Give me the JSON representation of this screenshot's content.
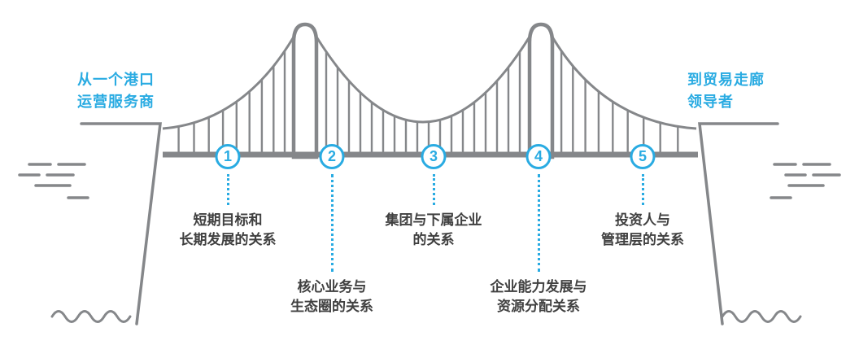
{
  "diagram": {
    "left_title": {
      "line1": "从一个港口",
      "line2": "运营服务商"
    },
    "right_title": {
      "line1": "到贸易走廊",
      "line2": "领导者"
    },
    "milestones": [
      {
        "number": "1",
        "label_line1": "短期目标和",
        "label_line2": "长期发展的关系"
      },
      {
        "number": "2",
        "label_line1": "核心业务与",
        "label_line2": "生态圈的关系"
      },
      {
        "number": "3",
        "label_line1": "集团与下属企业",
        "label_line2": "的关系"
      },
      {
        "number": "4",
        "label_line1": "企业能力发展与",
        "label_line2": "资源分配关系"
      },
      {
        "number": "5",
        "label_line1": "投资人与",
        "label_line2": "管理层的关系"
      }
    ],
    "colors": {
      "accent": "#29abe2",
      "gray": "#85878a",
      "text": "#404040"
    }
  }
}
